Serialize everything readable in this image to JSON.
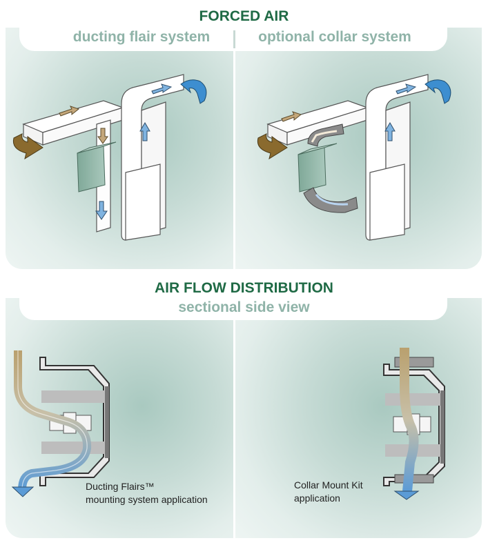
{
  "forced_air": {
    "title": "FORCED AIR",
    "left_subtitle": "ducting flair system",
    "right_subtitle": "optional collar system"
  },
  "air_flow": {
    "title": "AIR FLOW DISTRIBUTION",
    "subtitle": "sectional side view",
    "left_caption_line1": "Ducting Flairs™",
    "left_caption_line2": "mounting system application",
    "right_caption_line1": "Collar Mount Kit",
    "right_caption_line2": "application"
  },
  "colors": {
    "heading_green": "#1f6a45",
    "subtitle_green": "#8fb3a8",
    "arrow_blue": "#3d8ed0",
    "arrow_brown": "#8a6a2e"
  }
}
